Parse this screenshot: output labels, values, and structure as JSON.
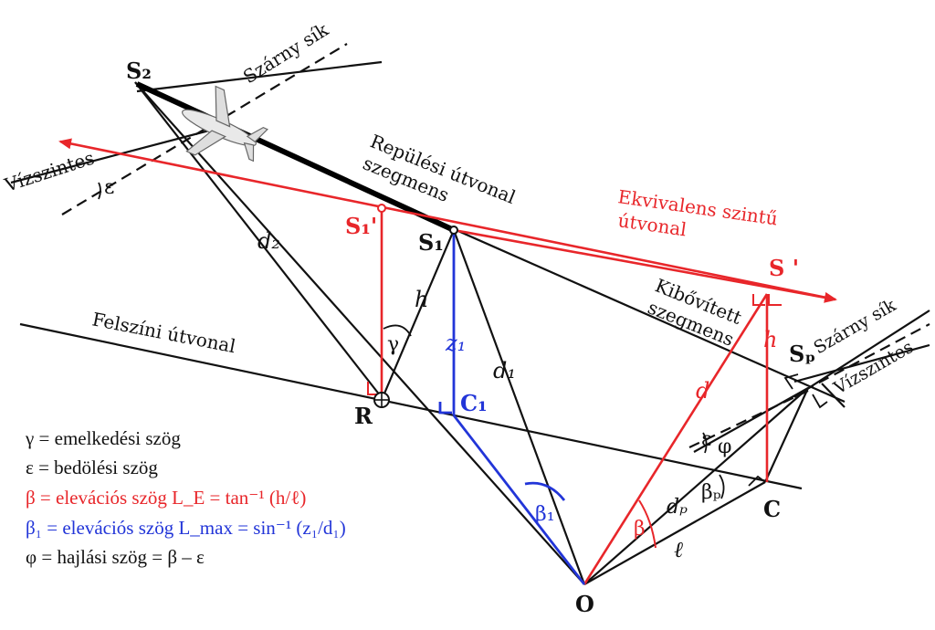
{
  "labels": {
    "s2": "S₂",
    "szarny_sik_top": "Szárny sík",
    "vizszintes_left": "Vízszintes",
    "epsilon_left": "ε",
    "repulesi": "Repülési útvonal",
    "szegmens": "szegmens",
    "s1_prime": "S₁'",
    "s1": "S₁",
    "d2": "d₂",
    "h_left": "h",
    "gamma": "γ",
    "felszini": "Felszíni útvonal",
    "z1": "z₁",
    "d1": "d₁",
    "c1": "C₁",
    "r": "R",
    "ekvivalens1": "Ekvivalens szintű",
    "ekvivalens2": "útvonal",
    "s_prime": "S '",
    "kibovitett1": "Kibővített",
    "kibovitett2": "szegmens",
    "h_right": "h",
    "d_red": "d",
    "sp": "Sₚ",
    "szarny_sik_right": "Szárny sík",
    "vizszintes_right": "Vízszintes",
    "epsilon_right": "ε",
    "phi": "φ",
    "beta_p": "βₚ",
    "dp": "dₚ",
    "c": "C",
    "beta": "β",
    "beta1": "β₁",
    "ell": "ℓ",
    "o": "O"
  },
  "legend": [
    {
      "text": "γ = emelkedési szög",
      "color": "#111111"
    },
    {
      "text": "ε = bedölési szög",
      "color": "#111111"
    },
    {
      "text": "β = elevációs szög L_E = tan⁻¹ (h/ℓ)",
      "color": "#e8262a"
    },
    {
      "text": "β₁ = elevációs szög L_max = sin⁻¹ (z₁/d₁)",
      "color": "#2235d8"
    },
    {
      "text": "φ = hajlási szög = β – ε",
      "color": "#111111"
    }
  ],
  "colors": {
    "black": "#111111",
    "red": "#e8262a",
    "blue": "#2235d8"
  },
  "icons": {
    "airplane": "airplane-icon"
  }
}
